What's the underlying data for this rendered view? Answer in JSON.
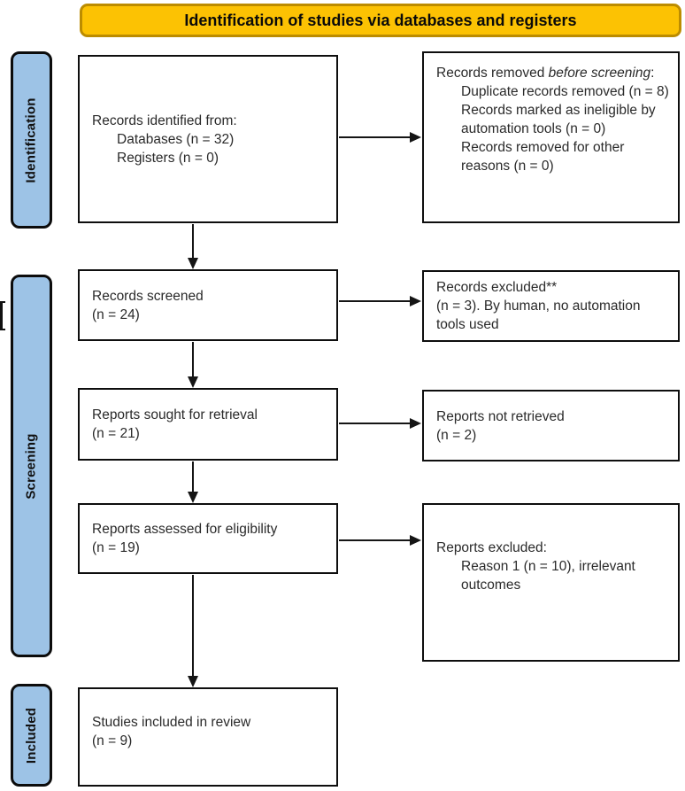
{
  "banner": {
    "title": "Identification of studies via databases and registers"
  },
  "stages": [
    {
      "label": "Identification"
    },
    {
      "label": "Screening"
    },
    {
      "label": "Included"
    }
  ],
  "boxes": {
    "identified": {
      "title": "Records identified from:",
      "items": [
        "Databases (n = 32)",
        "Registers (n = 0)"
      ]
    },
    "removed": {
      "title_prefix": "Records removed ",
      "title_italic": "before screening",
      "title_suffix": ":",
      "items": [
        "Duplicate records removed (n = 8)",
        "Records marked as ineligible by automation tools (n = 0)",
        "Records removed for other reasons (n = 0)"
      ]
    },
    "screened": {
      "lines": [
        "Records screened",
        "(n = 24)"
      ]
    },
    "records_excluded": {
      "lines": [
        "Records excluded**",
        "(n = 3). By human, no automation tools used"
      ]
    },
    "sought": {
      "lines": [
        "Reports sought for retrieval",
        "(n = 21)"
      ]
    },
    "not_retrieved": {
      "lines": [
        "Reports not retrieved",
        "(n = 2)"
      ]
    },
    "assessed": {
      "lines": [
        "Reports assessed for eligibility",
        "(n = 19)"
      ]
    },
    "reports_excluded": {
      "title": "Reports excluded:",
      "items": [
        "Reason 1 (n = 10), irrelevant outcomes"
      ]
    },
    "included_studies": {
      "lines": [
        "Studies included in review",
        "(n = 9)"
      ]
    }
  },
  "colors": {
    "banner_fill": "#FCC203",
    "banner_border": "#BC8C00",
    "stage_fill": "#9DC3E6",
    "outline": "#0e0e0e",
    "arrow": "#151515"
  }
}
